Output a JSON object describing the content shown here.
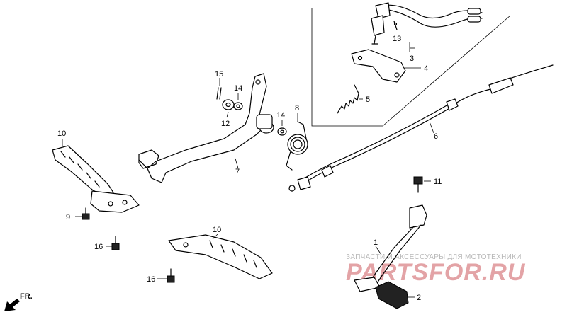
{
  "callouts": {
    "c1": "1",
    "c2": "2",
    "c3": "3",
    "c4": "4",
    "c5": "5",
    "c6": "6",
    "c7": "7",
    "c8": "8",
    "c9": "9",
    "c10a": "10",
    "c10b": "10",
    "c11": "11",
    "c12": "12",
    "c13": "13",
    "c14a": "14",
    "c14b": "14",
    "c15": "15",
    "c16a": "16",
    "c16b": "16"
  },
  "direction": {
    "label": "FR."
  },
  "watermark": {
    "subtitle": "ЗАПЧАСТИ И АКСЕССУАРЫ ДЛЯ МОТОТЕХНИКИ",
    "brand": "PARTSFOR.RU"
  },
  "colors": {
    "line": "#000000",
    "background": "#ffffff",
    "watermark_text": "#b8b8b8",
    "watermark_brand": "#e3a3a6"
  }
}
